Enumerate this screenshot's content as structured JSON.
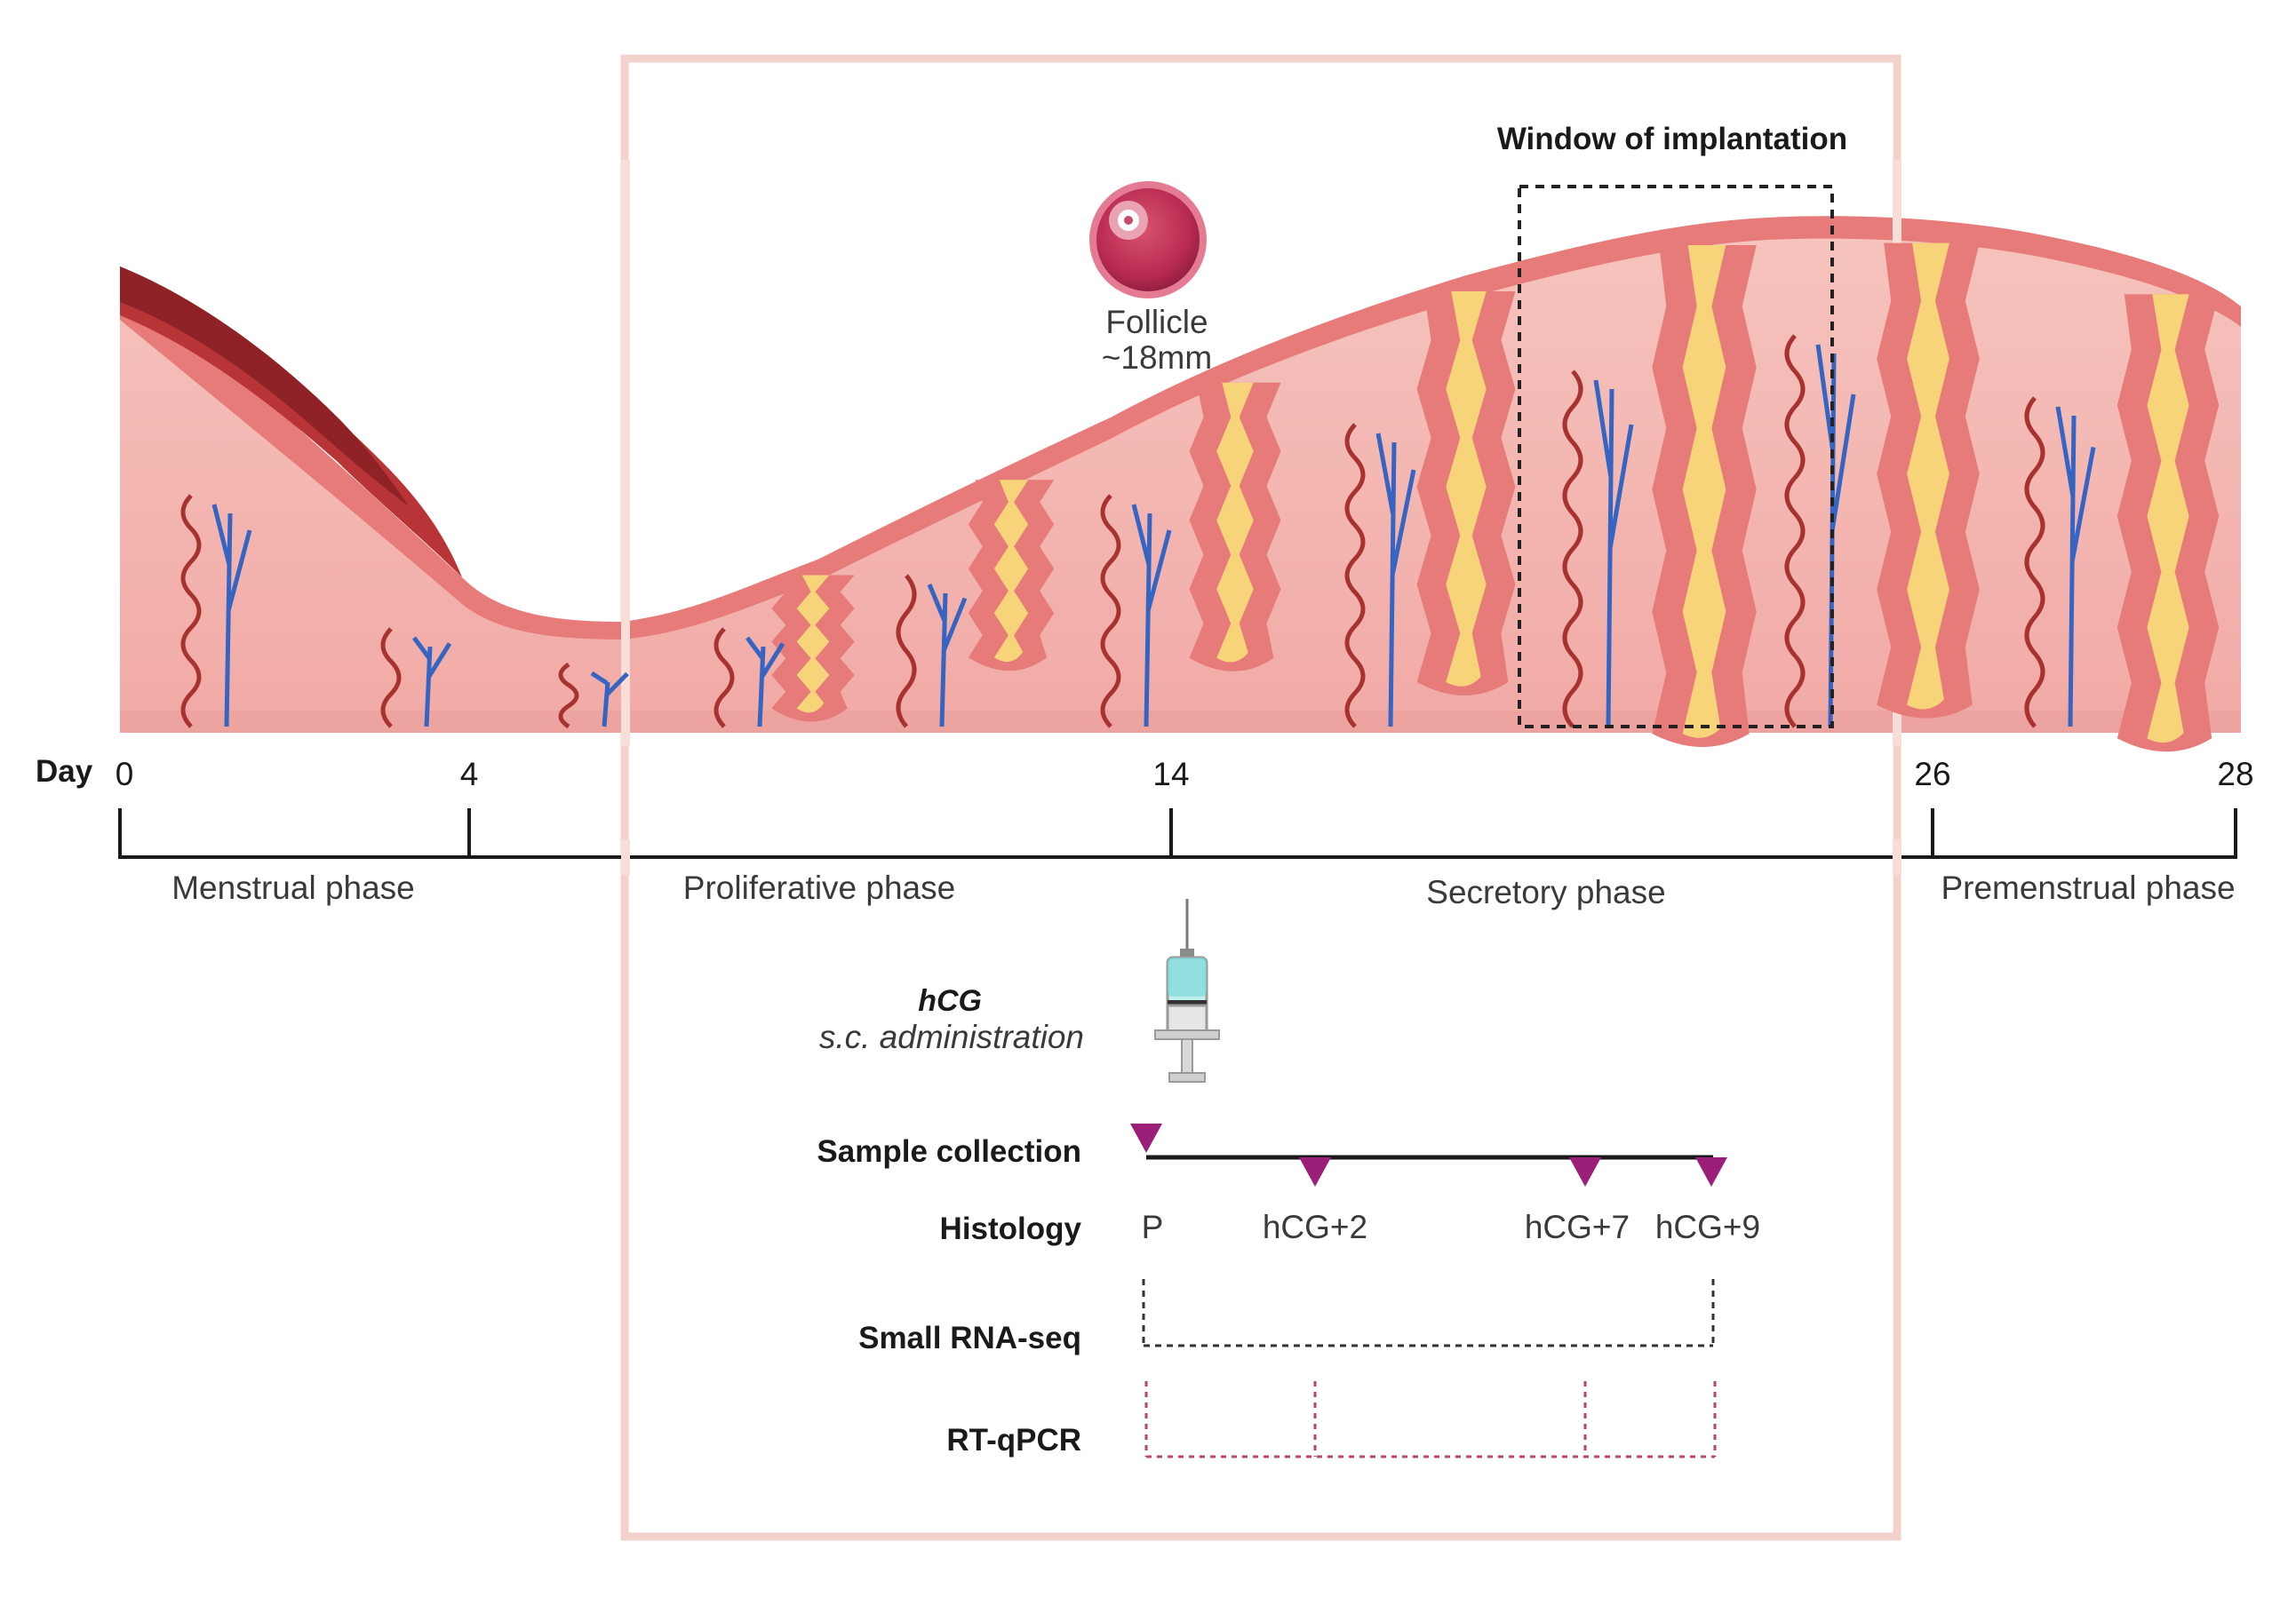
{
  "diagram": {
    "window_label": "Window of implantation",
    "follicle_label_1": "Follicle",
    "follicle_label_2": "~18mm",
    "day_label": "Day",
    "ticks": [
      "0",
      "4",
      "14",
      "26",
      "28"
    ],
    "phases": [
      "Menstrual phase",
      "Proliferative phase",
      "Secretory phase",
      "Premenstrual phase"
    ],
    "hcg_title": "hCG",
    "hcg_subtitle": "s.c. administration",
    "rows": [
      "Sample collection",
      "Histology",
      "Small RNA-seq",
      "RT-qPCR"
    ],
    "samples": [
      "P",
      "hCG+2",
      "hCG+7",
      "hCG+9"
    ],
    "colors": {
      "tissue": "#f4b9b5",
      "tissue_edge": "#e77b7a",
      "gland": "#f7d37a",
      "artery": "#a8322f",
      "vein": "#3564c2",
      "shedding": "#b83436",
      "marker": "#9b1f78",
      "frame": "#f3d2cb"
    }
  }
}
